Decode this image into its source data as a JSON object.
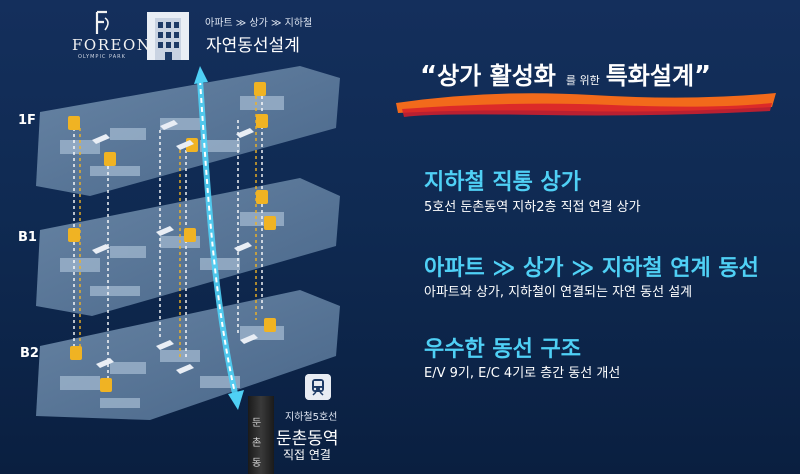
{
  "brand": {
    "name": "FOREON",
    "sub": "OLYMPIC PARK"
  },
  "route": {
    "label": "아파트 ≫ 상가 ≫ 지하철",
    "title": "자연동선설계"
  },
  "floors": [
    "1F",
    "B1",
    "B2"
  ],
  "subway": {
    "line": "지하철5호선",
    "station": "둔촌동역",
    "connect": "직접 연결",
    "pillar_chars": [
      "둔",
      "촌",
      "동"
    ]
  },
  "headline": {
    "open_quote": "“",
    "main": "상가 활성화",
    "mid": "를 위한",
    "emphasis": "특화설계",
    "close_quote": "”"
  },
  "features": [
    {
      "title": "지하철 직통 상가",
      "desc": "5호선 둔촌동역 지하2층 직접 연결 상가"
    },
    {
      "title": "아파트 ≫ 상가 ≫ 지하철 연계 동선",
      "desc": "아파트와 상가, 지하철이 연결되는 자연 동선 설계"
    },
    {
      "title": "우수한 동선 구조",
      "desc": "E/V 9기, E/C 4기로 층간 동선 개선"
    }
  ],
  "colors": {
    "background": "#0f2a52",
    "accent_cyan": "#4fd0f5",
    "brush_orange": "#f26a1b",
    "brush_red": "#d81e2a",
    "elevator_gold": "#f0b323"
  }
}
